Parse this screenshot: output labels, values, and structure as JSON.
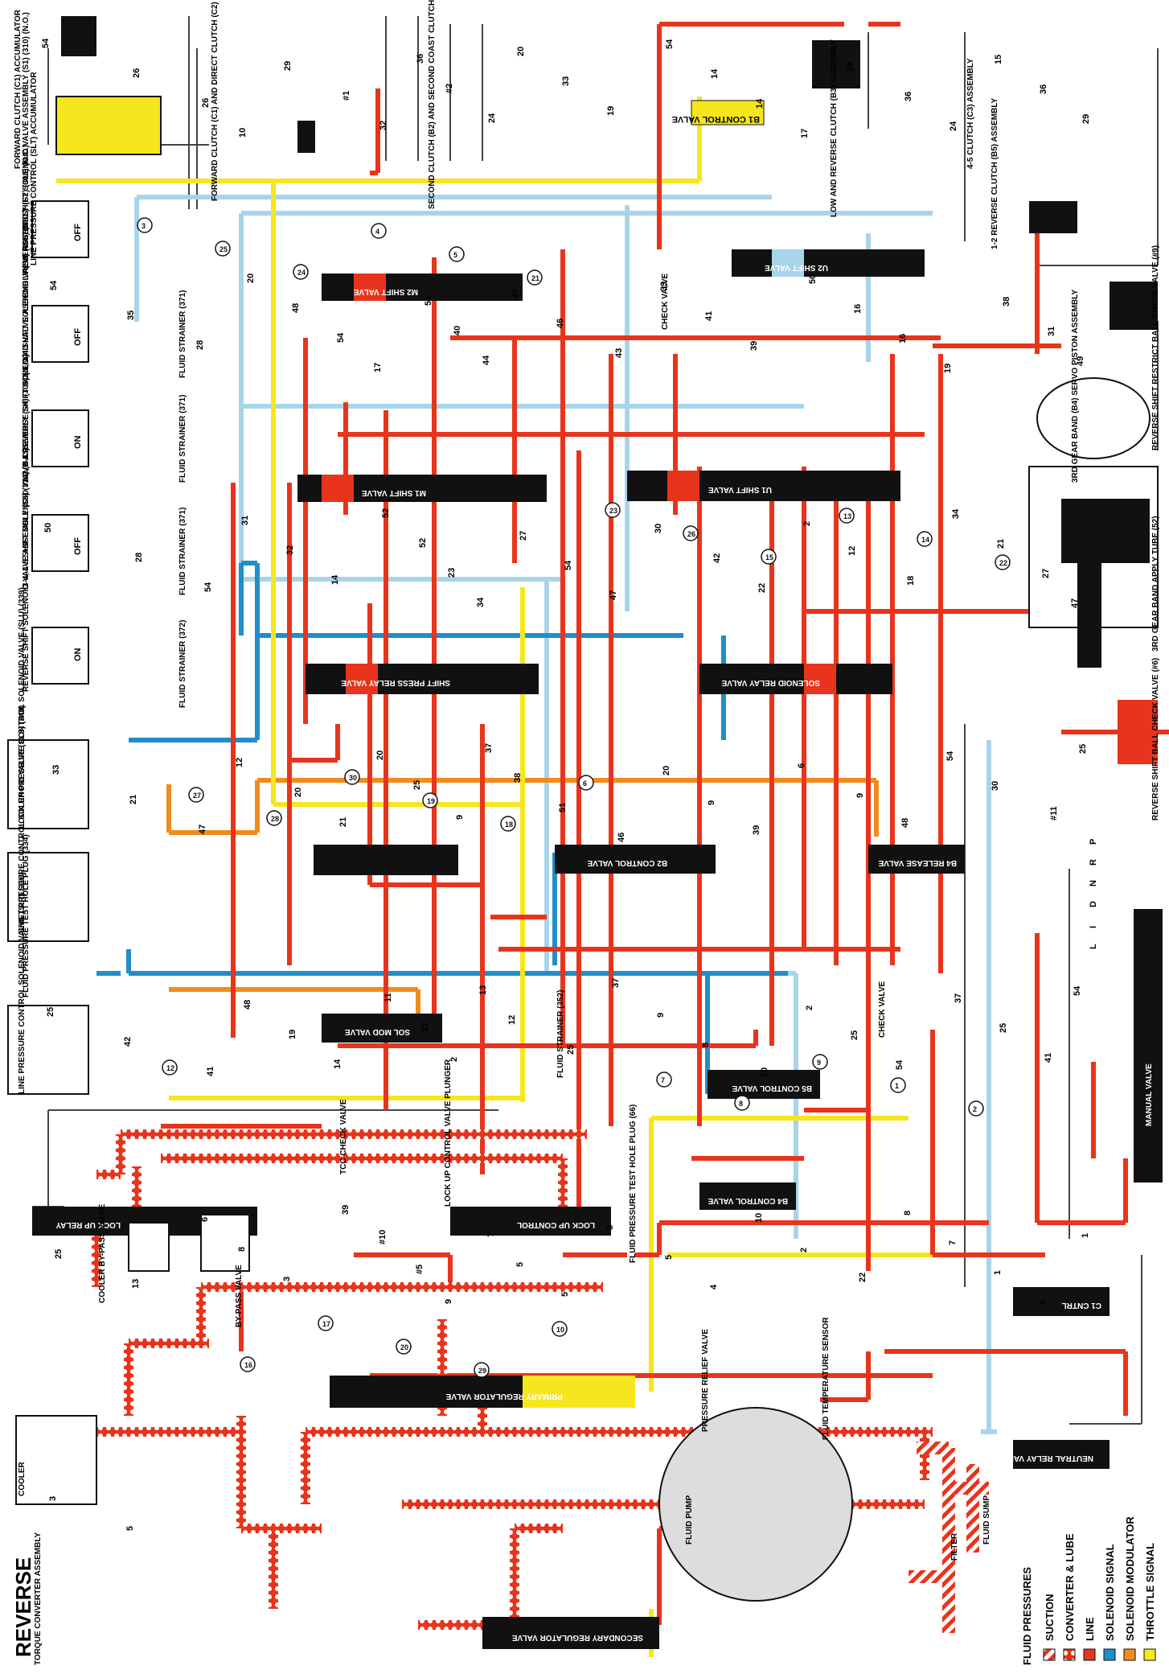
{
  "title": "REVERSE",
  "colors": {
    "line": "#e8341c",
    "solenoid_signal": "#1f8ec9",
    "solenoid_modulator": "#f08c1e",
    "throttle_signal": "#f5e61e",
    "converter_lube": "#e8341c",
    "suction": "#e8341c",
    "exhaust": "#a8d4ea",
    "body": "#111111"
  },
  "legend": {
    "heading": "FLUID PRESSURES",
    "items": [
      {
        "label": "SUCTION",
        "icon": "hatched-box-icon"
      },
      {
        "label": "CONVERTER & LUBE",
        "icon": "dotted-box-icon"
      },
      {
        "label": "LINE",
        "icon": "red-box-icon"
      },
      {
        "label": "SOLENOID SIGNAL",
        "icon": "blue-box-icon"
      },
      {
        "label": "SOLENOID MODULATOR",
        "icon": "orange-box-icon"
      },
      {
        "label": "THROTTLE SIGNAL",
        "icon": "yellow-box-icon"
      }
    ]
  },
  "components": {
    "fwd_accum": "FORWARD CLUTCH (C1) ACCUMULATOR",
    "slt_accum": "LINE PRESSURE CONTROL (SLT) ACCUMULATOR",
    "c1c2": "FORWARD CLUTCH (C1) AND DIRECT CLUTCH (C2) ASSEMBLY",
    "b2b1": "SECOND CLUTCH (B2) AND SECOND COAST CLUTCH (B1) ASSEMBLY",
    "b3": "LOW AND REVERSE CLUTCH (B3) ASSEMBLY",
    "c3": "4-5 CLUTCH (C3) ASSEMBLY",
    "b5": "1-2 REVERSE CLUTCH (B5) ASSEMBLY",
    "rev_restrict": "REVERSE SHIFT RESTRICT BALL CHECK VALVE (#9)",
    "servo": "3RD GEAR BAND (B4) SERVO PISTON ASSEMBLY",
    "apply_tube": "3RD GEAR BAND APPLY TUBE (52)",
    "rev_ball": "REVERSE SHIFT BALL CHECK VALVE (#6)",
    "s1": "REVERSE 1ST SHIFT SOLENOID VALVE ASSEMBLY (S1) (310) (N.O.)",
    "s2": "2-3, 3-4 SHIFT SOLENOID VALVE ASSEMBLY (S2) (308) (N.C.)",
    "s3": "1-2, 2-3 REVERSE SHIFT SOLENOID VALVE ASSEMBLY (S3) (309) (N.C.)",
    "s4": "3-4, 4-5 SHIFT SOLENOID VALVE ASSEMBLY (S4) (308) (N.C.)",
    "s5": "REVERSE SHIFT SOLENOID VALVE ASSEMBLY (S5) (310) (N.C.)",
    "slu": "LOCK UP PRESSURE CONTROL SOLENOID VALVE (SLU) (339)",
    "sls": "SHIFT PRESSURE CONTROL SOLENOID VALVE (SLS) (340)",
    "test_plug": "FLUID PRESSURE TEST HOLE PLUG (334)",
    "slt": "LINE PRESSURE CONTROL SOLENOID VALVE (SLT) (316)",
    "cooler_bypass": "COOLER BY-PASS VALVE",
    "bypass": "BY-PASS VALVE",
    "cooler": "COOLER",
    "converter": "TORQUE CONVERTER ASSEMBLY",
    "pump": "FLUID PUMP",
    "filter": "FILTER",
    "sump": "FLUID SUMP",
    "temp": "FLUID TEMPERATURE SENSOR",
    "relief": "PRESSURE RELIEF VALVE",
    "test_plug66": "FLUID PRESSURE TEST HOLE PLUG (66)",
    "tcc_check": "TCC CHECK VALVE",
    "lu_plunger": "LOCK UP CONTROL VALVE PLUNGER",
    "check1": "CHECK VALVE",
    "check2": "CHECK VALVE",
    "strainer371a": "FLUID STRAINER (371)",
    "strainer371b": "FLUID STRAINER (371)",
    "strainer371c": "FLUID STRAINER (371)",
    "strainer372": "FLUID STRAINER (372)",
    "strainer352": "FLUID STRAINER (352)"
  },
  "valves": {
    "m2": "M2 SHIFT VALVE",
    "u2": "U2 SHIFT VALVE",
    "m1": "M1 SHIFT VALVE",
    "u1": "U1 SHIFT VALVE",
    "spr": "SHIFT PRESS RELAY VALVE",
    "srv": "SOLENOID RELAY VALVE",
    "b2": "B2 CONTROL VALVE",
    "b4r": "B4 RELEASE VALVE",
    "smod": "SOL MOD VALVE",
    "b5": "B5 CONTROL VALVE",
    "b4c": "B4 CONTROL VALVE",
    "c1": "C1 CNTRL",
    "lur": "LOCK UP RELAY",
    "luc": "LOCK UP CONTROL",
    "prv": "PRIMARY REGULATOR VALVE",
    "srg": "SECONDARY REGULATOR VALVE",
    "nrv": "NEUTRAL RELAY VALVE",
    "manual": "MANUAL VALVE",
    "b1": "B1 CONTROL VALVE"
  },
  "solenoid_states": {
    "s1": "OFF",
    "s2": "OFF",
    "s3": "ON",
    "s4": "OFF",
    "s5": "ON"
  },
  "gear_positions": [
    "P",
    "R",
    "N",
    "D",
    "I",
    "L"
  ],
  "passages": [
    "54",
    "26",
    "26",
    "10",
    "29",
    "#1",
    "32",
    "36",
    "#2",
    "24",
    "20",
    "33",
    "19",
    "54",
    "14",
    "14",
    "17",
    "26",
    "36",
    "24",
    "15",
    "36",
    "29",
    "54",
    "35",
    "28",
    "20",
    "48",
    "54",
    "17",
    "54",
    "40",
    "44",
    "45",
    "46",
    "43",
    "39",
    "41",
    "39",
    "50",
    "16",
    "16",
    "19",
    "38",
    "31",
    "49",
    "50",
    "28",
    "54",
    "31",
    "32",
    "14",
    "52",
    "52",
    "23",
    "34",
    "27",
    "54",
    "47",
    "30",
    "42",
    "22",
    "2",
    "12",
    "18",
    "34",
    "21",
    "27",
    "47",
    "33",
    "21",
    "47",
    "12",
    "20",
    "21",
    "20",
    "25",
    "9",
    "37",
    "38",
    "51",
    "46",
    "20",
    "9",
    "39",
    "6",
    "9",
    "48",
    "54",
    "30",
    "#11",
    "25",
    "25",
    "42",
    "41",
    "48",
    "19",
    "14",
    "11",
    "12",
    "2",
    "13",
    "12",
    "25",
    "37",
    "9",
    "8",
    "10",
    "2",
    "25",
    "54",
    "37",
    "25",
    "41",
    "54",
    "25",
    "13",
    "6",
    "8",
    "3",
    "39",
    "#10",
    "#5",
    "9",
    "7",
    "5",
    "5",
    "3",
    "5",
    "4",
    "10",
    "2",
    "22",
    "8",
    "7",
    "1",
    "8",
    "1",
    "3",
    "5"
  ],
  "callouts": [
    "3",
    "25",
    "24",
    "4",
    "5",
    "21",
    "23",
    "26",
    "15",
    "13",
    "14",
    "22",
    "27",
    "28",
    "30",
    "19",
    "18",
    "6",
    "7",
    "8",
    "9",
    "1",
    "2",
    "12",
    "16",
    "17",
    "20",
    "29",
    "10"
  ]
}
